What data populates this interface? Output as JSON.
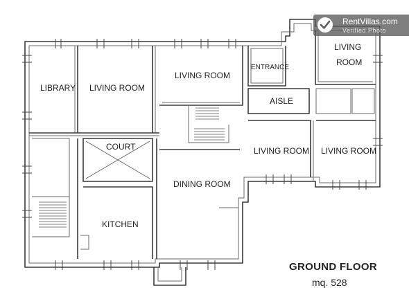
{
  "badge": {
    "brand": "RentVillas.com",
    "verified": "Verified Photo",
    "icon": "check-icon"
  },
  "floor_title": "GROUND FLOOR",
  "floor_area": "mq. 528",
  "rooms": {
    "library": "LIBRARY",
    "living_room_1": "LIVING ROOM",
    "living_room_2": "LIVING ROOM",
    "entrance": "ENTRANCE",
    "living_room_3": "LIVING ROOM",
    "aisle": "AISLE",
    "court": "COURT",
    "living_room_4": "LIVING ROOM",
    "living_room_5": "LIVING ROOM",
    "dining_room": "DINING ROOM",
    "kitchen": "KITCHEN"
  },
  "colors": {
    "line": "#3a3a3a",
    "badge_bg": "#5a5a5a"
  }
}
